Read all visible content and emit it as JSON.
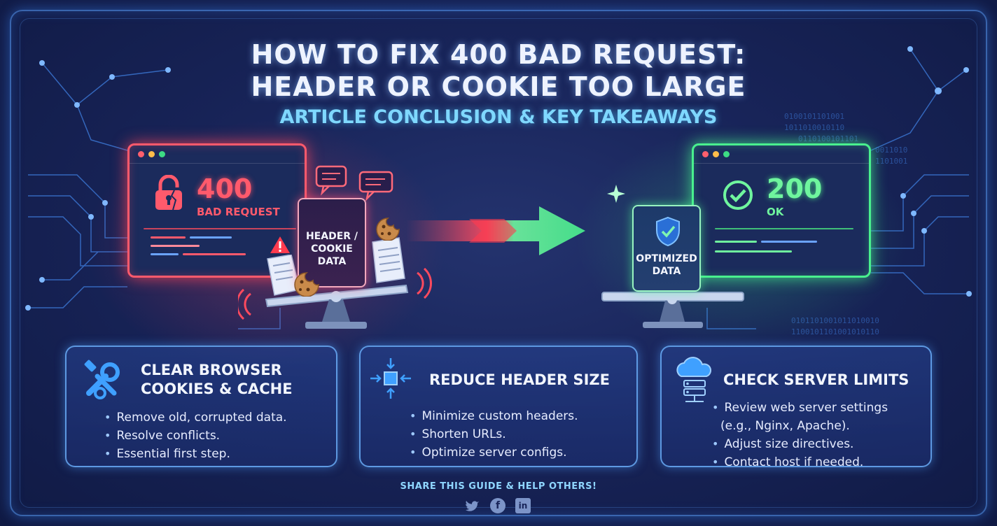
{
  "header": {
    "title_line1": "HOW TO FIX 400 BAD REQUEST:",
    "title_line2": "HEADER OR COOKIE TOO LARGE",
    "subtitle": "ARTICLE CONCLUSION & KEY TAKEAWAYS"
  },
  "before": {
    "status_code": "400",
    "status_text": "BAD REQUEST",
    "data_label_line1": "HEADER /",
    "data_label_line2": "COOKIE",
    "data_label_line3": "DATA",
    "accent": "#ff5a6c"
  },
  "after": {
    "status_code": "200",
    "status_text": "OK",
    "data_label_line1": "OPTIMIZED",
    "data_label_line2": "DATA",
    "accent": "#49f08e"
  },
  "cards": [
    {
      "icon": "tools-icon",
      "title_line1": "CLEAR BROWSER",
      "title_line2": "COOKIES & CACHE",
      "items": [
        "Remove old, corrupted data.",
        "Resolve conflicts.",
        "Essential first step."
      ]
    },
    {
      "icon": "compress-icon",
      "title_line1": "REDUCE HEADER SIZE",
      "items": [
        "Minimize custom headers.",
        "Shorten URLs.",
        "Optimize server configs."
      ]
    },
    {
      "icon": "cloud-server-icon",
      "title_line1": "CHECK SERVER LIMITS",
      "items": [
        "Review web server settings",
        "(e.g., Nginx, Apache).",
        "Adjust size directives.",
        "Contact host if needed."
      ]
    }
  ],
  "footer": {
    "share_text": "SHARE THIS GUIDE & HELP OTHERS!",
    "social": [
      "twitter-icon",
      "facebook-icon",
      "linkedin-icon"
    ],
    "linkedin_glyph": "in",
    "facebook_glyph": "f"
  },
  "colors": {
    "background": "#182459",
    "frame": "#5aa0ff",
    "subtitle": "#7fd8ff"
  }
}
